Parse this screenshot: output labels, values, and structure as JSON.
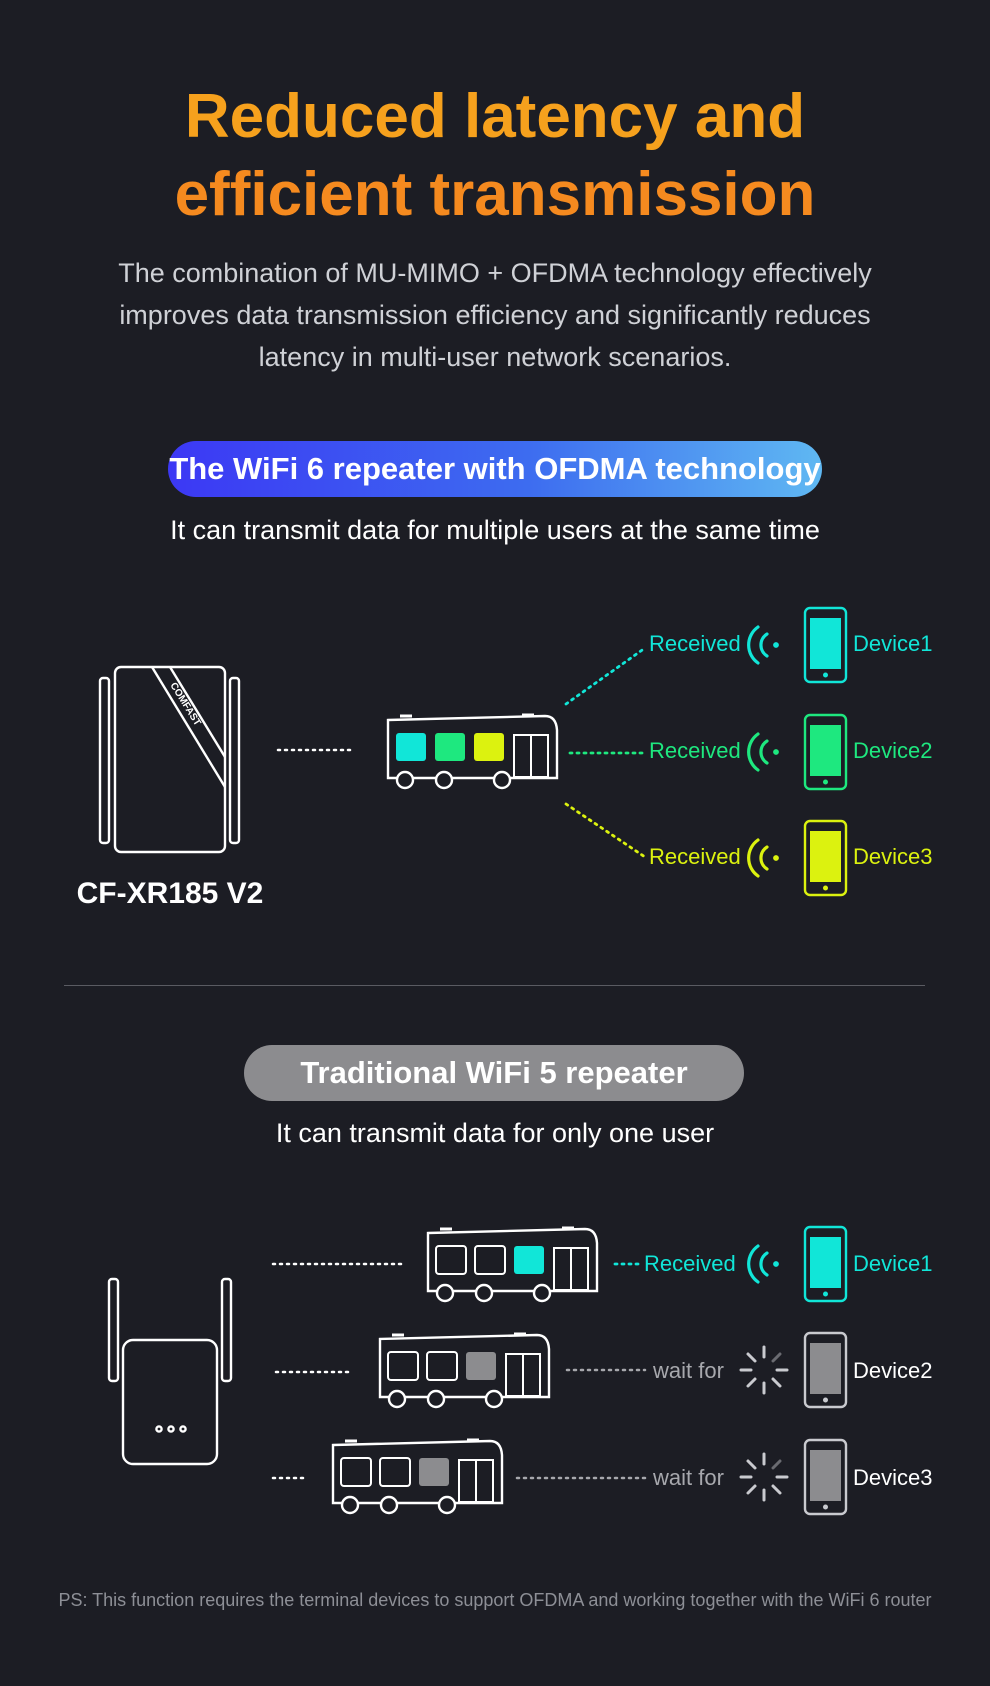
{
  "header": {
    "title_line1": "Reduced latency and",
    "title_line2": "efficient transmission",
    "description": "The combination of MU-MIMO + OFDMA technology effectively improves data transmission efficiency and significantly reduces latency in multi-user network scenarios."
  },
  "ofdma": {
    "badge": "The WiFi 6 repeater with OFDMA technology",
    "subtitle": "It can transmit data for multiple users at the same time",
    "brand": "COMFAST",
    "model": "CF-XR185 V2",
    "rows": [
      {
        "status": "Received",
        "device": "Device1",
        "color": "#11e6d8"
      },
      {
        "status": "Received",
        "device": "Device2",
        "color": "#1ee87f"
      },
      {
        "status": "Received",
        "device": "Device3",
        "color": "#dcf20f"
      }
    ]
  },
  "wifi5": {
    "badge": "Traditional WiFi 5 repeater",
    "subtitle": "It can transmit data for only one user",
    "rows": [
      {
        "status": "Received",
        "device": "Device1",
        "color": "#11e6d8"
      },
      {
        "status": "wait for",
        "device": "Device2",
        "color": "#8c8c8f"
      },
      {
        "status": "wait for",
        "device": "Device3",
        "color": "#8c8c8f"
      }
    ]
  },
  "footnote": "PS: This function requires the terminal devices to support OFDMA and working together with the WiFi 6 router",
  "icons": [
    "repeater-icon",
    "bus-icon",
    "wifi-signal-icon",
    "phone-icon",
    "loading-spinner-icon"
  ]
}
